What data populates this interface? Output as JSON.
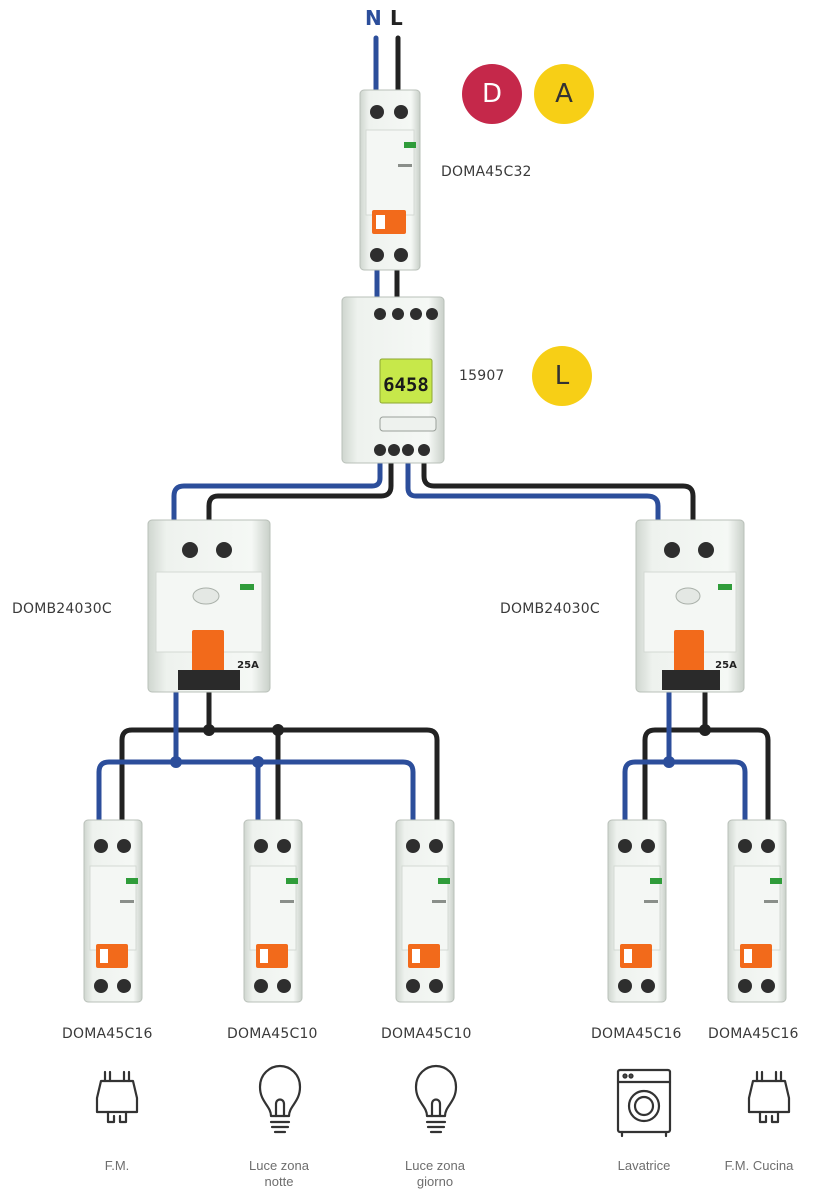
{
  "feed": {
    "neutral_label": "N",
    "line_label": "L"
  },
  "colors": {
    "neutral": "#2c4e9b",
    "line": "#222222",
    "badge_red": "#c5284a",
    "badge_yellow": "#f7cf16"
  },
  "main_breaker": {
    "code": "DOMA45C32",
    "badges": [
      "D",
      "A"
    ]
  },
  "meter": {
    "code": "15907",
    "badge": "L",
    "display": "6458"
  },
  "rcds": [
    {
      "code": "DOMB24030C",
      "rating": "25A"
    },
    {
      "code": "DOMB24030C",
      "rating": "25A"
    }
  ],
  "circuits": [
    {
      "code": "DOMA45C16",
      "icon": "plug-icon",
      "caption_line1": "F.M.",
      "caption_line2": ""
    },
    {
      "code": "DOMA45C10",
      "icon": "bulb-icon",
      "caption_line1": "Luce zona",
      "caption_line2": "notte"
    },
    {
      "code": "DOMA45C10",
      "icon": "bulb-icon",
      "caption_line1": "Luce zona",
      "caption_line2": "giorno"
    },
    {
      "code": "DOMA45C16",
      "icon": "washing-machine-icon",
      "caption_line1": "Lavatrice",
      "caption_line2": ""
    },
    {
      "code": "DOMA45C16",
      "icon": "plug-icon",
      "caption_line1": "F.M. Cucina",
      "caption_line2": ""
    }
  ]
}
